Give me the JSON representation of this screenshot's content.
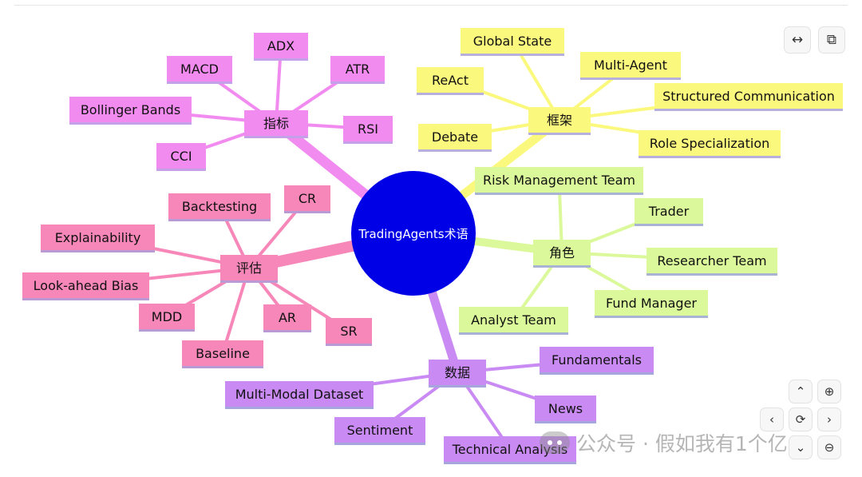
{
  "center": {
    "label": "TradingAgents术语",
    "color": "#0000E6"
  },
  "branches": [
    {
      "id": "indicators",
      "label": "指标",
      "color": "#F28BF0",
      "line": "#F28BF0",
      "shadow": "#c3a0e8",
      "children": [
        "ADX",
        "MACD",
        "ATR",
        "Bollinger Bands",
        "RSI",
        "CCI"
      ]
    },
    {
      "id": "framework",
      "label": "框架",
      "color": "#FBF87E",
      "line": "#FBF87E",
      "shadow": "#b7b0dc",
      "children": [
        "Global State",
        "Multi-Agent",
        "ReAct",
        "Structured Communication",
        "Debate",
        "Role Specialization"
      ]
    },
    {
      "id": "roles",
      "label": "角色",
      "color": "#DBF99A",
      "line": "#DBF99A",
      "shadow": "#a9b4d4",
      "children": [
        "Risk Management Team",
        "Trader",
        "Researcher Team",
        "Fund Manager",
        "Analyst Team"
      ]
    },
    {
      "id": "evaluation",
      "label": "评估",
      "color": "#F787B8",
      "line": "#F787B8",
      "shadow": "#b99ad4",
      "children": [
        "Backtesting",
        "CR",
        "Explainability",
        "Look-ahead Bias",
        "MDD",
        "AR",
        "SR",
        "Baseline"
      ]
    },
    {
      "id": "data",
      "label": "数据",
      "color": "#C98AF3",
      "line": "#C98AF3",
      "shadow": "#a6a6dc",
      "children": [
        "Fundamentals",
        "Multi-Modal Dataset",
        "News",
        "Sentiment",
        "Technical Analysis"
      ]
    }
  ],
  "toolbar": {
    "fit_icon": "↔",
    "copy_icon": "⧉",
    "zoom_in_icon": "⊕",
    "zoom_out_icon": "⊖",
    "up_icon": "⌃",
    "down_icon": "⌄",
    "left_icon": "‹",
    "right_icon": "›",
    "reset_icon": "⟳"
  },
  "watermark": {
    "text": "公众号 · 假如我有1个亿"
  }
}
